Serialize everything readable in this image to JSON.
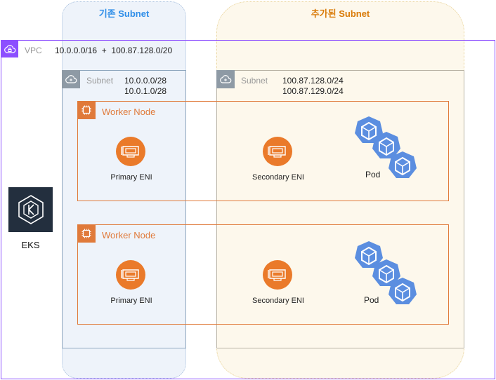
{
  "groups": {
    "existing": {
      "title": "기존 Subnet"
    },
    "added": {
      "title": "추가된 Subnet"
    }
  },
  "vpc": {
    "label": "VPC",
    "cidr": "10.0.0.0/16  +  100.87.128.0/20"
  },
  "subnets": {
    "existing": {
      "label": "Subnet",
      "cidrs": [
        "10.0.0.0/28",
        "10.0.1.0/28"
      ]
    },
    "added": {
      "label": "Subnet",
      "cidrs": [
        "100.87.128.0/24",
        "100.87.129.0/24"
      ]
    }
  },
  "nodes": [
    {
      "label": "Worker Node",
      "primary_eni": "Primary ENI",
      "secondary_eni": "Secondary ENI",
      "pod": "Pod"
    },
    {
      "label": "Worker Node",
      "primary_eni": "Primary ENI",
      "secondary_eni": "Secondary ENI",
      "pod": "Pod"
    }
  ],
  "eks": {
    "label": "EKS"
  },
  "colors": {
    "vpc": "#8c4fff",
    "worker_node": "#e07a3a",
    "eni": "#ea7a2a",
    "pod": "#5b8ee0",
    "existing_title": "#2f8ee8",
    "added_title": "#d97a07"
  },
  "icons": {
    "vpc": "vpc-cloud-icon",
    "subnet": "subnet-cloud-icon",
    "worker_node": "chip-icon",
    "eni": "network-interface-icon",
    "pod": "kubernetes-pod-icon",
    "eks": "eks-icon"
  }
}
